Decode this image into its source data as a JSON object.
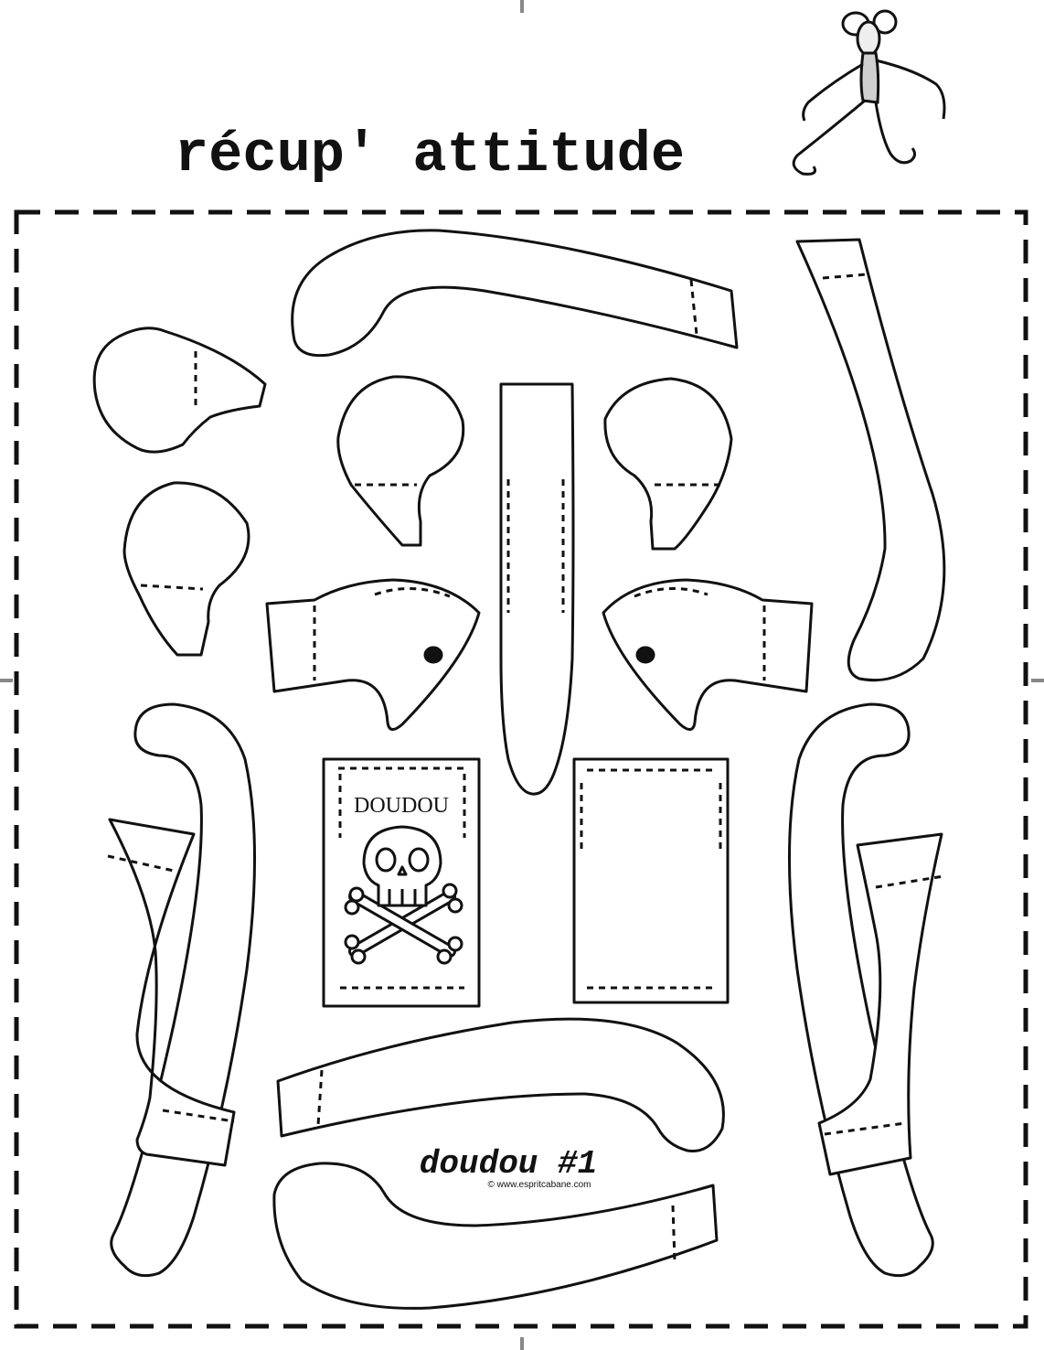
{
  "header": {
    "title": "récup' attitude"
  },
  "label_card": {
    "text": "DOUDOU"
  },
  "footer": {
    "signature": "doudou #1",
    "copyright": "© www.espritcabane.com"
  },
  "colors": {
    "ink": "#111111",
    "paper": "#ffffff",
    "mascot_shade": "#cfcfcf"
  },
  "icons": {
    "mascot": "stuffed-monkey-drawing",
    "skull": "skull-and-crossbones-icon"
  }
}
